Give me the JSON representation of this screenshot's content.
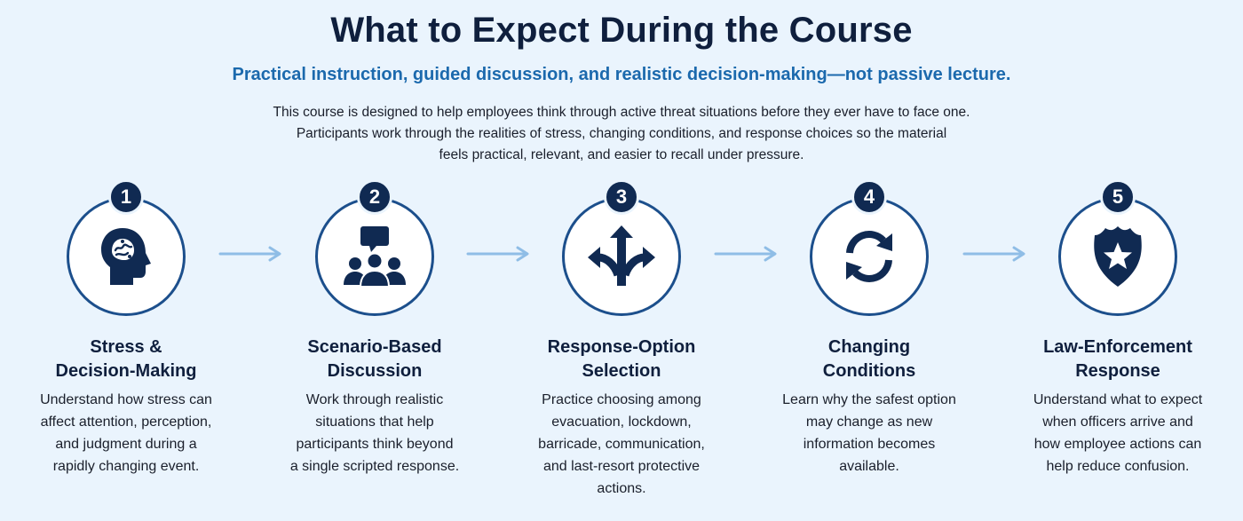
{
  "header": {
    "title": "What to Expect During the Course",
    "subtitle": "Practical instruction, guided discussion, and realistic decision-making—not passive lecture.",
    "intro_lines": [
      "This course is designed to help employees think through active threat situations before they ever have to face one.",
      "Participants work through the realities of stress, changing conditions, and response choices so the material",
      "feels practical, relevant, and easier to recall under pressure."
    ]
  },
  "colors": {
    "background": "#eaf4fd",
    "navy": "#102a52",
    "accent_blue": "#1b69ad",
    "arrow_blue": "#8fbde6"
  },
  "steps": [
    {
      "number": "1",
      "icon": "brain-head-icon",
      "title_lines": [
        "Stress &",
        "Decision-Making"
      ],
      "desc_lines": [
        "Understand how stress can",
        "affect attention, perception,",
        "and judgment during a",
        "rapidly changing event."
      ]
    },
    {
      "number": "2",
      "icon": "group-discussion-icon",
      "title_lines": [
        "Scenario-Based",
        "Discussion"
      ],
      "desc_lines": [
        "Work through realistic",
        "situations that help",
        "participants think beyond",
        "a single scripted response."
      ]
    },
    {
      "number": "3",
      "icon": "branching-arrows-icon",
      "title_lines": [
        "Response-Option",
        "Selection"
      ],
      "desc_lines": [
        "Practice choosing among",
        "evacuation, lockdown,",
        "barricade, communication,",
        "and last-resort protective",
        "actions."
      ]
    },
    {
      "number": "4",
      "icon": "refresh-cycle-icon",
      "title_lines": [
        "Changing",
        "Conditions"
      ],
      "desc_lines": [
        "Learn why the safest option",
        "may change as new",
        "information becomes",
        "available."
      ]
    },
    {
      "number": "5",
      "icon": "police-badge-icon",
      "title_lines": [
        "Law-Enforcement",
        "Response"
      ],
      "desc_lines": [
        "Understand what to expect",
        "when officers arrive and",
        "how employee actions can",
        "help reduce confusion."
      ]
    }
  ]
}
